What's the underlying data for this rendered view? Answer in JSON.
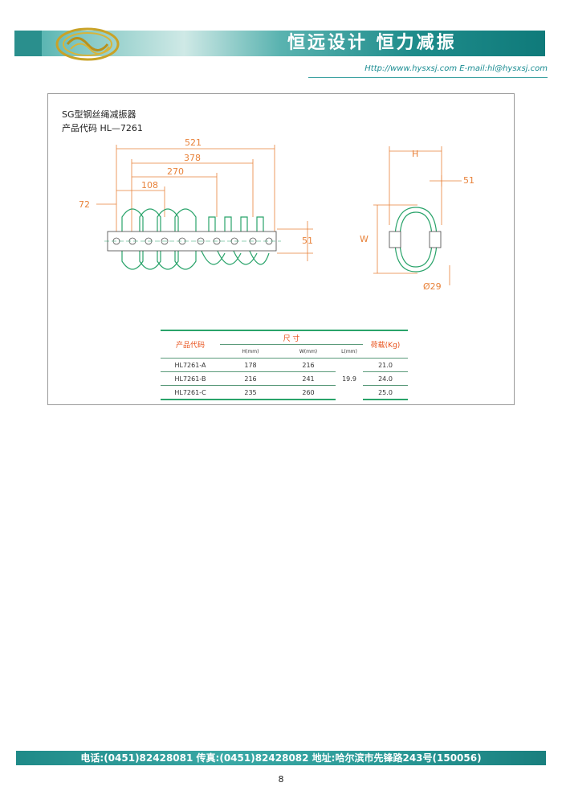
{
  "header": {
    "slogan": "恒远设计  恒力减振",
    "contact": "Http://www.hysxsj.com  E-mail:hl@hysxsj.com"
  },
  "product": {
    "title": "SG型钢丝绳减振器",
    "code": "产品代码 HL—7261"
  },
  "dimensions": {
    "d521": "521",
    "d378": "378",
    "d270": "270",
    "d108": "108",
    "d72": "72",
    "d51a": "51",
    "H": "H",
    "d51b": "51",
    "W": "W",
    "d29": "Ø29"
  },
  "spec_table": {
    "col_code": "产品代码",
    "col_size": "尺    寸",
    "col_load": "荷载(Kg)",
    "sub_h": "H(mm)",
    "sub_w": "W(mm)",
    "sub_l": "L(mm)",
    "rows": [
      {
        "code": "HL7261-A",
        "h": "178",
        "w": "216",
        "load": "21.0"
      },
      {
        "code": "HL7261-B",
        "h": "216",
        "w": "241",
        "load": "24.0"
      },
      {
        "code": "HL7261-C",
        "h": "235",
        "w": "260",
        "load": "25.0"
      }
    ],
    "l_value": "19.9"
  },
  "footer": {
    "text": "电话:(0451)82428081 传真:(0451)82428082 地址:哈尔滨市先锋路243号(150056)"
  },
  "page_number": "8"
}
